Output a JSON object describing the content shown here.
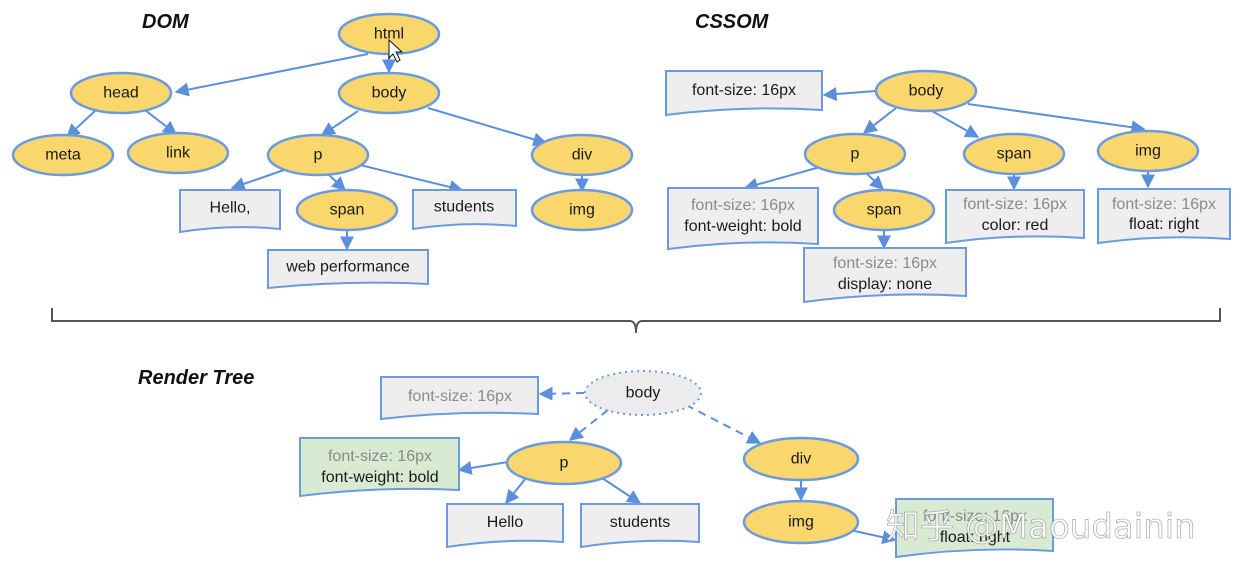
{
  "sections": {
    "dom": "DOM",
    "cssom": "CSSOM",
    "render_tree": "Render Tree"
  },
  "dom": {
    "html": "html",
    "head": "head",
    "body": "body",
    "meta": "meta",
    "link": "link",
    "p": "p",
    "div": "div",
    "span": "span",
    "img": "img",
    "text_hello": "Hello,",
    "text_students": "students",
    "text_web_performance": "web performance"
  },
  "cssom": {
    "body": "body",
    "p": "p",
    "span": "span",
    "img": "img",
    "p_span": "span",
    "body_style": "font-size: 16px",
    "p_style": [
      "font-size: 16px",
      "font-weight: bold"
    ],
    "p_span_style": [
      "font-size: 16px",
      "display: none"
    ],
    "span_style": [
      "font-size: 16px",
      "color: red"
    ],
    "img_style": [
      "font-size: 16px",
      "float: right"
    ]
  },
  "render_tree": {
    "body": "body",
    "p": "p",
    "div": "div",
    "img": "img",
    "text_hello": "Hello",
    "text_students": "students",
    "body_style": "font-size: 16px",
    "p_style": [
      "font-size: 16px",
      "font-weight: bold"
    ],
    "img_style": [
      "font-size: 16px",
      "float: right"
    ]
  },
  "watermark": "知乎 @Maoudainin",
  "colors": {
    "node_fill": "#f9d76c",
    "node_stroke": "#6a9be0",
    "style_fill": "#eeeeee",
    "style_fill_render": "#d9ead3",
    "arrow": "#5b8fdc",
    "dashed_node_fill": "#ececec"
  }
}
